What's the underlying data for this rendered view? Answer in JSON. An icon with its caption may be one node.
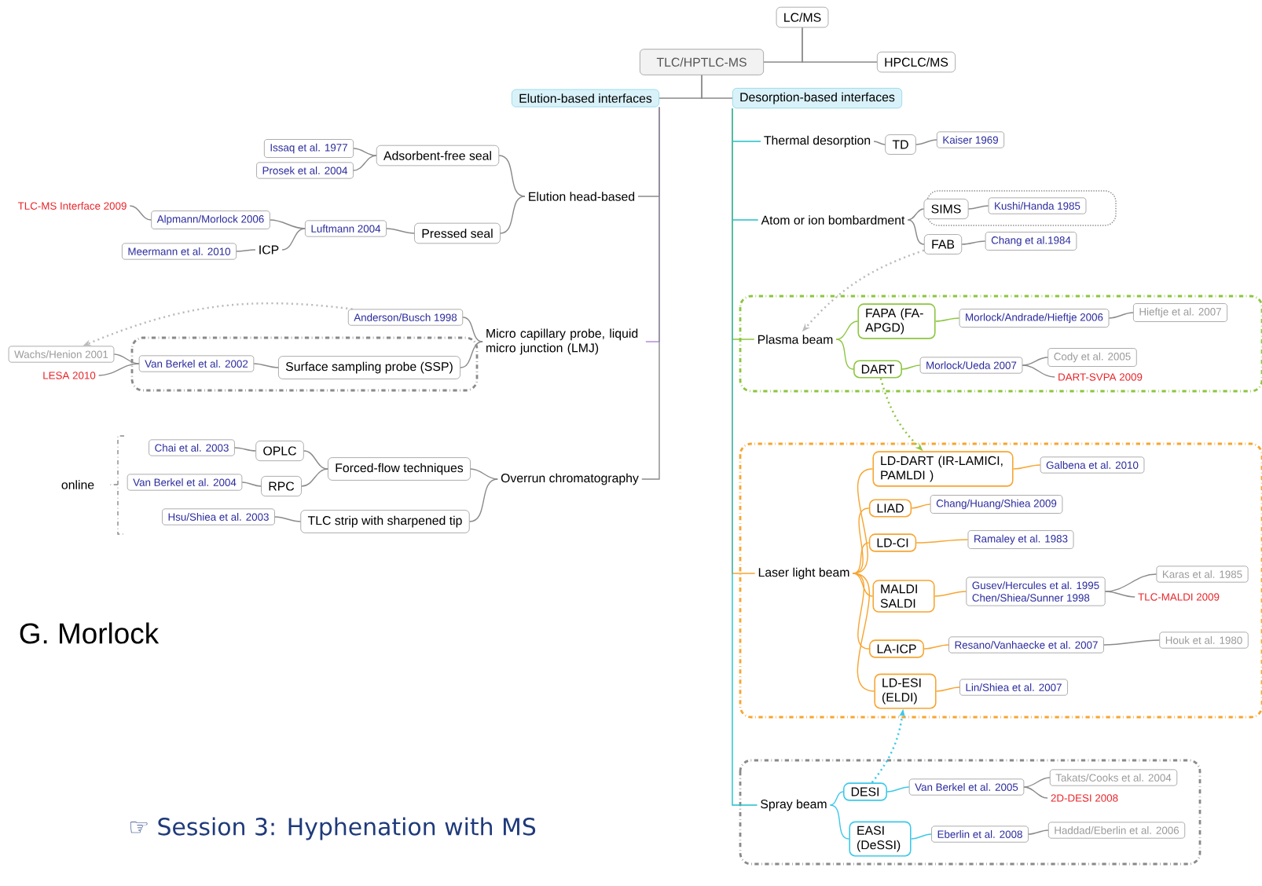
{
  "diagram": {
    "title": "☞ Session 3: Hyphenation with MS",
    "nodes": [
      {
        "text": [
          "LC/MS"
        ]
      },
      {
        "text": [
          "TLC/HPTLC-MS"
        ]
      },
      {
        "text": [
          "HPCLC/MS"
        ]
      },
      {
        "text": [
          "Elution-based interfaces"
        ]
      },
      {
        "text": [
          "Desorption-based interfaces"
        ]
      },
      {
        "text": [
          "Elution head-based"
        ]
      },
      {
        "text": [
          "Adsorbent-free seal"
        ]
      },
      {
        "text": [
          "Issaq et al. 1977"
        ]
      },
      {
        "text": [
          "Prosek et al. 2004"
        ]
      },
      {
        "text": [
          "Pressed seal"
        ]
      },
      {
        "text": [
          "Luftmann 2004"
        ]
      },
      {
        "text": [
          "Alpmann/Morlock 2006"
        ]
      },
      {
        "text": [
          "TLC-MS Interface 2009"
        ]
      },
      {
        "text": [
          "ICP"
        ]
      },
      {
        "text": [
          "Meermann et al. 2010"
        ]
      },
      {
        "text": [
          "Micro capillary probe, liquid micro junction (LMJ)"
        ]
      },
      {
        "text": [
          "Anderson/Busch 1998"
        ]
      },
      {
        "text": [
          "Surface sampling probe (SSP)"
        ]
      },
      {
        "text": [
          "Van Berkel et al. 2002"
        ]
      },
      {
        "text": [
          "Wachs/Henion 2001"
        ]
      },
      {
        "text": [
          "LESA 2010"
        ]
      },
      {
        "text": [
          "Overrun chromatography"
        ]
      },
      {
        "text": [
          "Forced-flow techniques"
        ]
      },
      {
        "text": [
          "OPLC"
        ]
      },
      {
        "text": [
          "RPC"
        ]
      },
      {
        "text": [
          "Chai et al. 2003"
        ]
      },
      {
        "text": [
          "Van Berkel et al. 2004"
        ]
      },
      {
        "text": [
          "TLC strip with sharpened tip"
        ]
      },
      {
        "text": [
          "Hsu/Shiea et al. 2003"
        ]
      },
      {
        "text": [
          "Thermal desorption"
        ]
      },
      {
        "text": [
          "TD"
        ]
      },
      {
        "text": [
          "Kaiser 1969"
        ]
      },
      {
        "text": [
          "Atom or ion bombardment"
        ]
      },
      {
        "text": [
          "SIMS"
        ]
      },
      {
        "text": [
          "Kushi/Handa 1985"
        ]
      },
      {
        "text": [
          "FAB"
        ]
      },
      {
        "text": [
          "Chang et al.1984"
        ]
      },
      {
        "text": [
          "Plasma beam"
        ]
      },
      {
        "text": [
          "FAPA (FA-APGD)"
        ]
      },
      {
        "text": [
          "Morlock/Andrade/Hieftje 2006"
        ]
      },
      {
        "text": [
          "Hieftje et al. 2007"
        ]
      },
      {
        "text": [
          "DART"
        ]
      },
      {
        "text": [
          "Morlock/Ueda 2007"
        ]
      },
      {
        "text": [
          "Cody et al. 2005"
        ]
      },
      {
        "text": [
          "DART-SVPA 2009"
        ]
      },
      {
        "text": [
          "Laser light beam"
        ]
      },
      {
        "text": [
          "LD-DART (IR-LAMICI, PAMLDI )"
        ]
      },
      {
        "text": [
          "Galbena et al. 2010"
        ]
      },
      {
        "text": [
          "LIAD"
        ]
      },
      {
        "text": [
          "Chang/Huang/Shiea 2009"
        ]
      },
      {
        "text": [
          "LD-CI"
        ]
      },
      {
        "text": [
          "Ramaley et al. 1983"
        ]
      },
      {
        "text": [
          "MALDI SALDI"
        ]
      },
      {
        "text": [
          "Gusev/Hercules et al. 1995",
          "Chen/Shiea/Sunner 1998"
        ]
      },
      {
        "text": [
          "Karas et al. 1985"
        ]
      },
      {
        "text": [
          "TLC-MALDI 2009"
        ]
      },
      {
        "text": [
          "LA-ICP"
        ]
      },
      {
        "text": [
          "Resano/Vanhaecke et al. 2007"
        ]
      },
      {
        "text": [
          "Houk et al. 1980"
        ]
      },
      {
        "text": [
          "LD-ESI (ELDI)"
        ]
      },
      {
        "text": [
          "Lin/Shiea et al. 2007"
        ]
      },
      {
        "text": [
          "Spray beam"
        ]
      },
      {
        "text": [
          "DESI"
        ]
      },
      {
        "text": [
          "Van Berkel et al. 2005"
        ]
      },
      {
        "text": [
          "Takats/Cooks et al. 2004"
        ]
      },
      {
        "text": [
          "2D-DESI 2008"
        ]
      },
      {
        "text": [
          "EASI (DeSSI)"
        ]
      },
      {
        "text": [
          "Eberlin et al. 2008"
        ]
      },
      {
        "text": [
          "Haddad/Eberlin et al. 2006"
        ]
      }
    ],
    "edges": [
      {
        "from": 0,
        "to": 1,
        "arrow": "none"
      },
      {
        "from": 0,
        "to": 2,
        "arrow": "none"
      },
      {
        "from": 1,
        "to": 3,
        "arrow": "none"
      },
      {
        "from": 1,
        "to": 4,
        "arrow": "none"
      },
      {
        "from": 3,
        "to": 5,
        "arrow": "none"
      },
      {
        "from": 3,
        "to": 15,
        "arrow": "none",
        "color": "#b48cdc"
      },
      {
        "from": 3,
        "to": 21,
        "arrow": "none"
      },
      {
        "from": 5,
        "to": 6,
        "arrow": "none"
      },
      {
        "from": 5,
        "to": 9,
        "arrow": "none"
      },
      {
        "from": 6,
        "to": 7,
        "arrow": "none"
      },
      {
        "from": 6,
        "to": 8,
        "arrow": "none"
      },
      {
        "from": 9,
        "to": 10,
        "arrow": "none"
      },
      {
        "from": 10,
        "to": 11,
        "arrow": "none"
      },
      {
        "from": 10,
        "to": 13,
        "arrow": "none"
      },
      {
        "from": 11,
        "to": 12,
        "arrow": "none"
      },
      {
        "from": 13,
        "to": 14,
        "arrow": "none"
      },
      {
        "from": 15,
        "to": 16,
        "arrow": "none"
      },
      {
        "from": 15,
        "to": 17,
        "arrow": "none"
      },
      {
        "from": 17,
        "to": 18,
        "arrow": "none"
      },
      {
        "from": 18,
        "to": 19,
        "arrow": "none"
      },
      {
        "from": 18,
        "to": 20,
        "arrow": "none"
      },
      {
        "from": 21,
        "to": 22,
        "arrow": "none"
      },
      {
        "from": 21,
        "to": 27,
        "arrow": "none"
      },
      {
        "from": 22,
        "to": 23,
        "arrow": "none"
      },
      {
        "from": 22,
        "to": 24,
        "arrow": "none"
      },
      {
        "from": 23,
        "to": 25,
        "arrow": "none"
      },
      {
        "from": 24,
        "to": 26,
        "arrow": "none"
      },
      {
        "from": 27,
        "to": 28,
        "arrow": "none"
      },
      {
        "from": 4,
        "to": 29,
        "arrow": "none",
        "color": "#20c0c8"
      },
      {
        "from": 4,
        "to": 32,
        "arrow": "none",
        "color": "#20c0c8"
      },
      {
        "from": 4,
        "to": 37,
        "arrow": "none",
        "color": "#8cc63f"
      },
      {
        "from": 4,
        "to": 45,
        "arrow": "none",
        "color": "#f7a531"
      },
      {
        "from": 4,
        "to": 61,
        "arrow": "none",
        "color": "#20c0c8"
      },
      {
        "from": 29,
        "to": 30,
        "arrow": "none"
      },
      {
        "from": 30,
        "to": 31,
        "arrow": "none"
      },
      {
        "from": 32,
        "to": 33,
        "arrow": "none"
      },
      {
        "from": 32,
        "to": 35,
        "arrow": "none"
      },
      {
        "from": 33,
        "to": 34,
        "arrow": "none"
      },
      {
        "from": 35,
        "to": 36,
        "arrow": "none"
      },
      {
        "from": 37,
        "to": 38,
        "arrow": "none",
        "color": "#8cc63f"
      },
      {
        "from": 37,
        "to": 41,
        "arrow": "none",
        "color": "#8cc63f"
      },
      {
        "from": 38,
        "to": 39,
        "arrow": "none",
        "color": "#8cc63f"
      },
      {
        "from": 39,
        "to": 40,
        "arrow": "none"
      },
      {
        "from": 41,
        "to": 42,
        "arrow": "none",
        "color": "#8cc63f"
      },
      {
        "from": 42,
        "to": 43,
        "arrow": "none"
      },
      {
        "from": 42,
        "to": 44,
        "arrow": "none"
      },
      {
        "from": 45,
        "to": 46,
        "arrow": "none",
        "color": "#f7a531"
      },
      {
        "from": 45,
        "to": 48,
        "arrow": "none",
        "color": "#f7a531"
      },
      {
        "from": 45,
        "to": 50,
        "arrow": "none",
        "color": "#f7a531"
      },
      {
        "from": 45,
        "to": 52,
        "arrow": "none",
        "color": "#f7a531"
      },
      {
        "from": 45,
        "to": 56,
        "arrow": "none",
        "color": "#f7a531"
      },
      {
        "from": 45,
        "to": 59,
        "arrow": "none",
        "color": "#f7a531"
      },
      {
        "from": 46,
        "to": 47,
        "arrow": "none",
        "color": "#f7a531"
      },
      {
        "from": 48,
        "to": 49,
        "arrow": "none",
        "color": "#f7a531"
      },
      {
        "from": 50,
        "to": 51,
        "arrow": "none",
        "color": "#f7a531"
      },
      {
        "from": 52,
        "to": 53,
        "arrow": "none",
        "color": "#f7a531"
      },
      {
        "from": 53,
        "to": 54,
        "arrow": "none"
      },
      {
        "from": 53,
        "to": 55,
        "arrow": "none"
      },
      {
        "from": 56,
        "to": 57,
        "arrow": "none",
        "color": "#f7a531"
      },
      {
        "from": 57,
        "to": 58,
        "arrow": "none"
      },
      {
        "from": 59,
        "to": 60,
        "arrow": "none",
        "color": "#f7a531"
      },
      {
        "from": 61,
        "to": 62,
        "arrow": "none",
        "color": "#3cc8e8"
      },
      {
        "from": 61,
        "to": 66,
        "arrow": "none",
        "color": "#3cc8e8"
      },
      {
        "from": 62,
        "to": 63,
        "arrow": "none",
        "color": "#3cc8e8"
      },
      {
        "from": 63,
        "to": 64,
        "arrow": "none"
      },
      {
        "from": 63,
        "to": 65,
        "arrow": "none"
      },
      {
        "from": 66,
        "to": 67,
        "arrow": "none",
        "color": "#3cc8e8"
      },
      {
        "from": 67,
        "to": 68,
        "arrow": "none"
      },
      {
        "from": 16,
        "to": 19,
        "arrow": "to",
        "style": "dashed",
        "color": "#bbbbbb"
      },
      {
        "from": 35,
        "to": 37,
        "arrow": "to",
        "style": "dashed",
        "color": "#bbbbbb"
      },
      {
        "from": 41,
        "to": 46,
        "arrow": "to",
        "style": "dashed",
        "color": "#8cc63f"
      },
      {
        "from": 62,
        "to": 59,
        "arrow": "to",
        "style": "dashed",
        "color": "#3cc8e8"
      }
    ],
    "labels": [
      "online",
      "G. Morlock"
    ]
  }
}
